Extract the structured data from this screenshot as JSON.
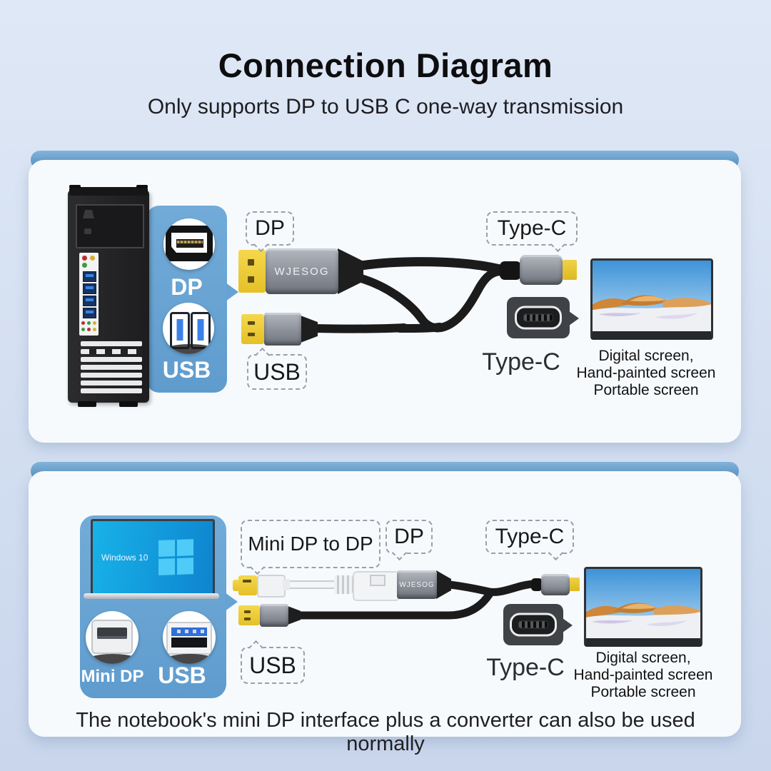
{
  "header": {
    "title": "Connection Diagram",
    "subtitle": "Only supports DP to USB C one-way transmission"
  },
  "brand": "WJESOG",
  "panel_top": {
    "callout": {
      "dp": "DP",
      "usb": "USB"
    },
    "bubbles": {
      "dp": "DP",
      "usb": "USB",
      "typec": "Type-C"
    },
    "typec_port_label": "Type-C",
    "monitor_caption": [
      "Digital screen,",
      "Hand-painted screen",
      "Portable screen"
    ]
  },
  "panel_bottom": {
    "laptop_os": "Windows 10",
    "callout": {
      "minidp": "Mini DP",
      "usb": "USB"
    },
    "bubbles": {
      "adapter": "Mini DP to DP",
      "dp": "DP",
      "typec": "Type-C",
      "usb": "USB"
    },
    "typec_port_label": "Type-C",
    "monitor_caption": [
      "Digital screen,",
      "Hand-painted screen",
      "Portable screen"
    ],
    "note": "The notebook's mini DP interface plus a converter can also be used normally"
  },
  "colors": {
    "page_bg": "#d6e1f2",
    "panel_bg": "#f7fafd",
    "accent_bar": "#4f8ebc",
    "callout_blue": "#66a3d3",
    "connector_yellow": "#ecc832",
    "connector_gray": "#8b9099",
    "cable_black": "#1b1b1b",
    "screen_sky": "#4a97d8"
  }
}
